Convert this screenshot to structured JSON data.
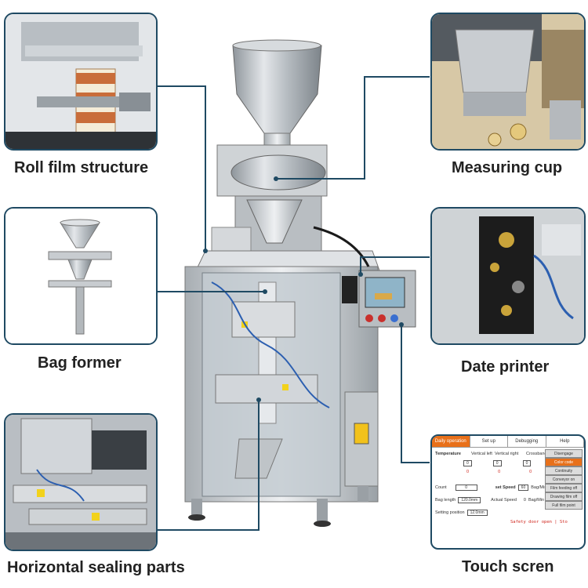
{
  "labels": {
    "roll_film": "Roll film structure",
    "measuring_cup": "Measuring cup",
    "bag_former": "Bag former",
    "date_printer": "Date printer",
    "horizontal_sealing": "Horizontal sealing parts",
    "touch_screen": "Touch scren"
  },
  "touch_screen_ui": {
    "tabs": [
      "Daily operation",
      "Set up",
      "Debugging",
      "Help"
    ],
    "temperature_label": "Temperature",
    "vertical_left": "Vertical left",
    "vertical_right": "Vertical right",
    "crossband": "Crossband",
    "set_zero": "0",
    "actual_zero": "0",
    "count_label": "Count",
    "count_value": "0",
    "set_speed_label": "set Speed",
    "set_speed_value": "60",
    "speed_unit": "Bag/Min",
    "bag_length_label": "Bag length",
    "bag_length_value": "120.0mm",
    "actual_speed_label": "Actual Speed",
    "actual_speed_value": "0",
    "setting_position_label": "Setting position",
    "setting_position_value": "12.0mm",
    "buttons": [
      "Disengage",
      "Color code",
      "Continuity",
      "Conveyor on",
      "Film feeding off",
      "Drawing film off",
      "Full film point"
    ],
    "status": "Safety door open | Sto"
  },
  "colors": {
    "frame": "#1f4a63",
    "steel": "#c8ccd0",
    "accent": "#e8701a",
    "alarm": "#d0261d"
  }
}
